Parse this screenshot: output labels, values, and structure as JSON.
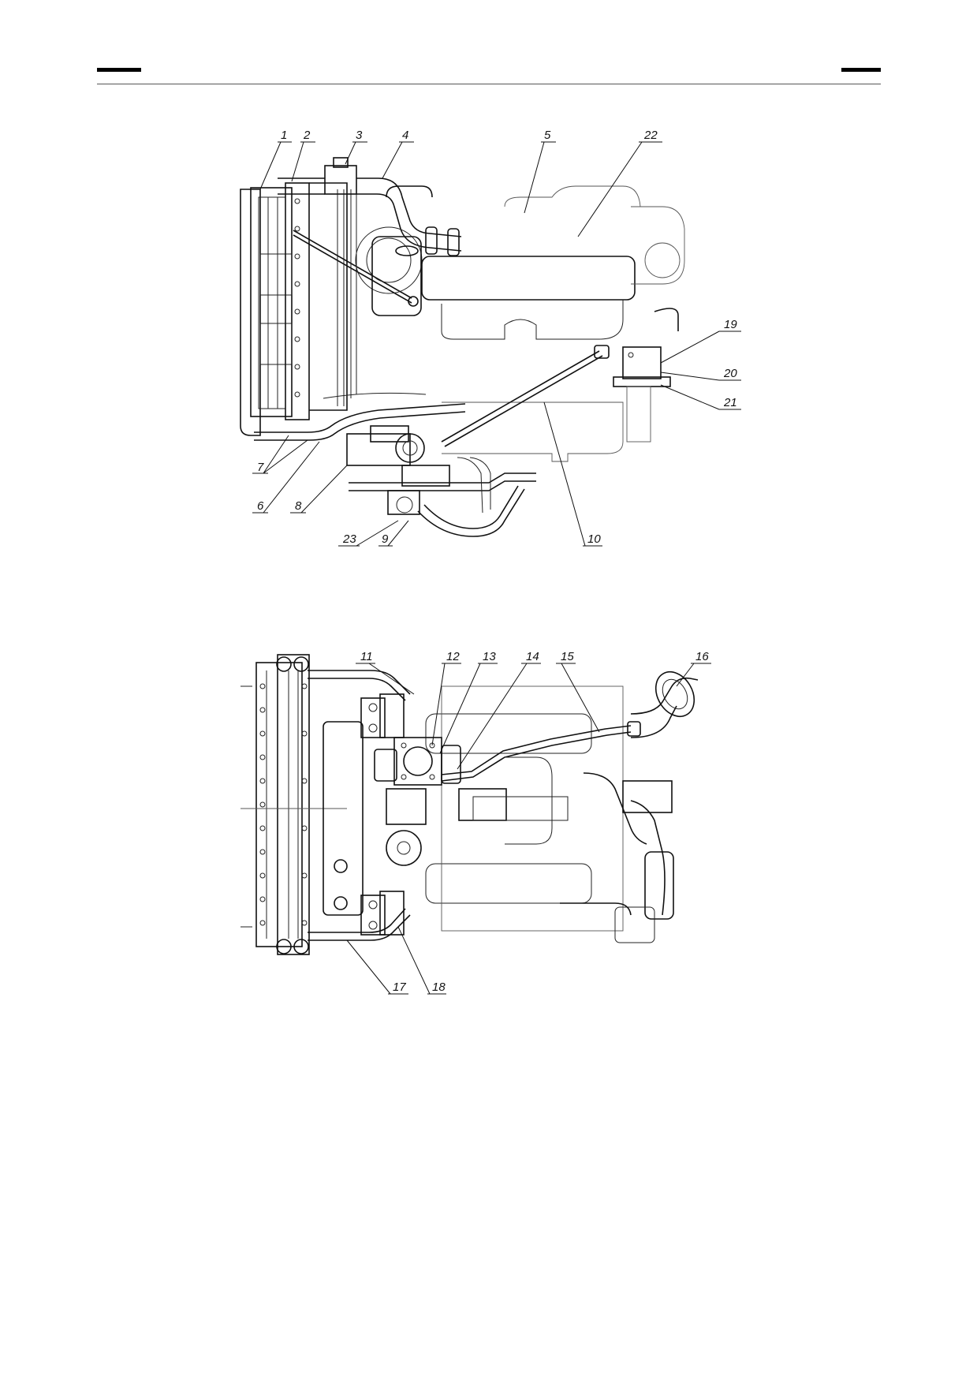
{
  "figure": {
    "top_view": {
      "callouts": [
        "1",
        "2",
        "3",
        "4",
        "5",
        "22",
        "19",
        "20",
        "21",
        "7",
        "6",
        "8",
        "23",
        "9",
        "10"
      ]
    },
    "bottom_view": {
      "callouts": [
        "11",
        "12",
        "13",
        "14",
        "15",
        "16",
        "17",
        "18"
      ]
    }
  }
}
